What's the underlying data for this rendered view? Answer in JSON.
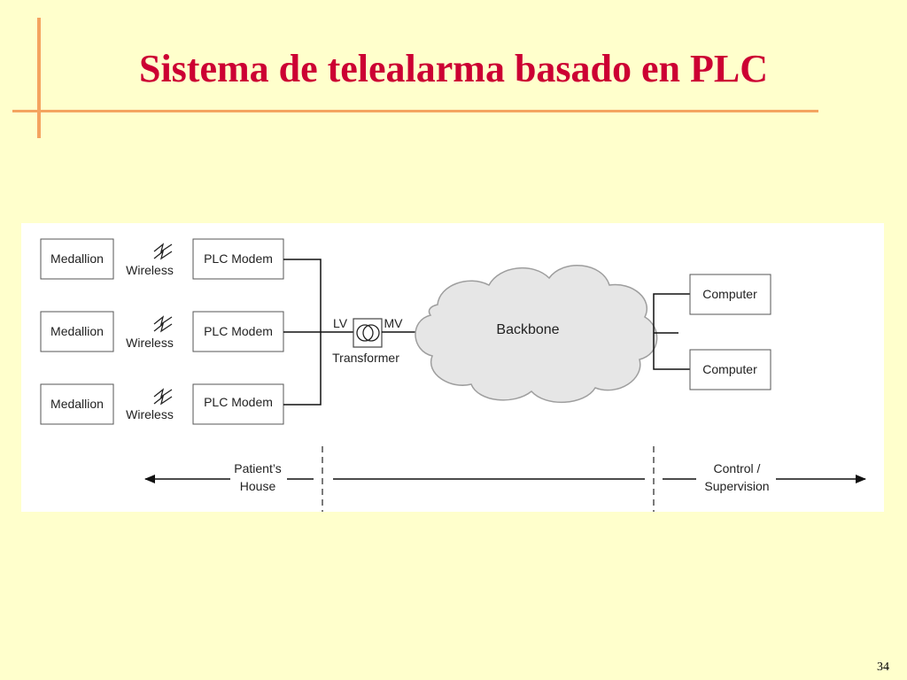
{
  "slide": {
    "title": "Sistema de telealarma basado en PLC",
    "page_number": "34",
    "accent_color": "#F4A460",
    "title_color": "#CC0033",
    "background_color": "#FFFFCC"
  },
  "diagram": {
    "rows": [
      {
        "medallion": "Medallion",
        "link": "Wireless",
        "modem": "PLC Modem"
      },
      {
        "medallion": "Medallion",
        "link": "Wireless",
        "modem": "PLC Modem"
      },
      {
        "medallion": "Medallion",
        "link": "Wireless",
        "modem": "PLC Modem"
      }
    ],
    "transformer": {
      "label": "Transformer",
      "lv": "LV",
      "mv": "MV"
    },
    "backbone": "Backbone",
    "computers": [
      "Computer",
      "Computer"
    ],
    "zones": {
      "left": [
        "Patient’s",
        "House"
      ],
      "right": [
        "Control /",
        "Supervision"
      ]
    }
  }
}
